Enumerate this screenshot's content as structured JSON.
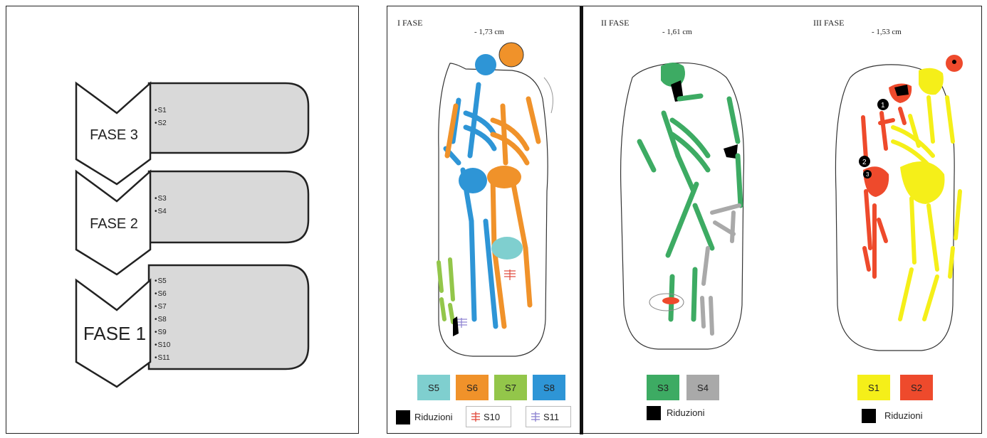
{
  "flow": {
    "phases": [
      {
        "label": "FASE 3",
        "items": [
          "S1",
          "S2"
        ]
      },
      {
        "label": "FASE 2",
        "items": [
          "S3",
          "S4"
        ]
      },
      {
        "label": "FASE 1",
        "items": [
          "S5",
          "S6",
          "S7",
          "S8",
          "S9",
          "S10",
          "S11"
        ]
      }
    ]
  },
  "plans": {
    "phase1": {
      "title": "I FASE",
      "depth": "- 1,73 cm"
    },
    "phase2": {
      "title": "II FASE",
      "depth": "- 1,61 cm"
    },
    "phase3": {
      "title": "III FASE",
      "depth": "- 1,53 cm"
    }
  },
  "legend": {
    "phase1": {
      "boxes": [
        {
          "label": "S5",
          "color": "#7fcfcf"
        },
        {
          "label": "S6",
          "color": "#f0922a"
        },
        {
          "label": "S7",
          "color": "#93c64a"
        },
        {
          "label": "S8",
          "color": "#2e95d6"
        }
      ],
      "riduzioni": "Riduzioni",
      "s10": "S10",
      "s11": "S11"
    },
    "phase2": {
      "boxes": [
        {
          "label": "S3",
          "color": "#3dab63"
        },
        {
          "label": "S4",
          "color": "#a9a9a9"
        }
      ],
      "riduzioni": "Riduzioni"
    },
    "phase3": {
      "boxes": [
        {
          "label": "S1",
          "color": "#f5ef19"
        },
        {
          "label": "S2",
          "color": "#ee4a2c"
        }
      ],
      "riduzioni": "Riduzioni"
    }
  },
  "colors": {
    "chevron_fill": "#ffffff",
    "box_fill": "#d9d9d9",
    "black": "#000000",
    "s10_red": "#e0473a",
    "s11_purple": "#8a7fd0"
  },
  "markers": [
    "1",
    "2",
    "3"
  ]
}
